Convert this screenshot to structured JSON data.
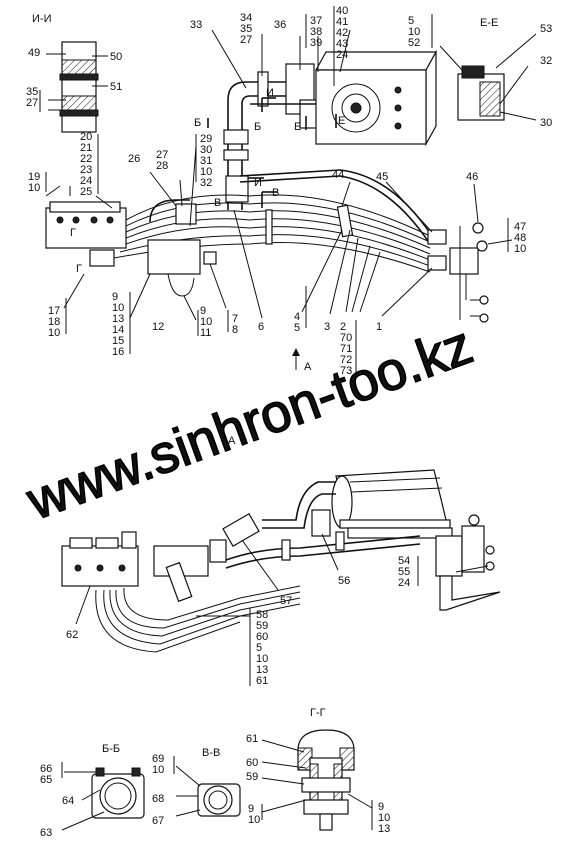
{
  "sections": {
    "ii": "И-И",
    "ee": "Е-Е",
    "gg": "Г-Г",
    "bb": "Б-Б",
    "vv": "В-В",
    "view_a": "А",
    "view_a_bottom": "А"
  },
  "cut_marks": {
    "i1": "И",
    "i2": "И",
    "b1": "Б",
    "b2": "Б",
    "e1": "Е",
    "e2": "Е",
    "v1": "В",
    "v2": "В",
    "g1": "Г",
    "g2": "Г"
  },
  "callouts": {
    "c49": "49",
    "c50": "50",
    "c51": "51",
    "c35_27": [
      "35",
      "27"
    ],
    "c33": "33",
    "c34_35_27": [
      "34",
      "35",
      "27"
    ],
    "c36": "36",
    "c37_38_39": [
      "37",
      "38",
      "39"
    ],
    "c40_group": [
      "40",
      "41",
      "42",
      "43",
      "24"
    ],
    "c5_10_52": [
      "5",
      "10",
      "52"
    ],
    "c53": "53",
    "c32": "32",
    "c30": "30",
    "c20_group": [
      "20",
      "21",
      "22",
      "23",
      "24",
      "25"
    ],
    "c19_10": [
      "19",
      "10"
    ],
    "c26": "26",
    "c27_28": [
      "27",
      "28"
    ],
    "c29_group": [
      "29",
      "30",
      "31",
      "10",
      "32"
    ],
    "c44": "44",
    "c45": "45",
    "c46": "46",
    "c47_48_10": [
      "47",
      "48",
      "10"
    ],
    "c17_18_10": [
      "17",
      "18",
      "10"
    ],
    "c9_group": [
      "9",
      "10",
      "13",
      "14",
      "15",
      "16"
    ],
    "c12": "12",
    "c9_10_11": [
      "9",
      "10",
      "11"
    ],
    "c7_8": [
      "7",
      "8"
    ],
    "c6": "6",
    "c4_5": [
      "4",
      "5"
    ],
    "c3": "3",
    "c2_group": [
      "2",
      "70",
      "71",
      "72",
      "73"
    ],
    "c1": "1",
    "c54_55_24": [
      "54",
      "55",
      "24"
    ],
    "c56": "56",
    "c57": "57",
    "c62": "62",
    "c58_group": [
      "58",
      "59",
      "60",
      "5",
      "10",
      "13",
      "61"
    ],
    "c66_65": [
      "66",
      "65"
    ],
    "c64": "64",
    "c63": "63",
    "c69_10": [
      "69",
      "10"
    ],
    "c68": "68",
    "c67": "67",
    "c61": "61",
    "c60": "60",
    "c59": "59",
    "c9_10_left": [
      "9",
      "10"
    ],
    "c9_10_13": [
      "9",
      "10",
      "13"
    ]
  },
  "watermark": "www.sinhron-too.kz"
}
